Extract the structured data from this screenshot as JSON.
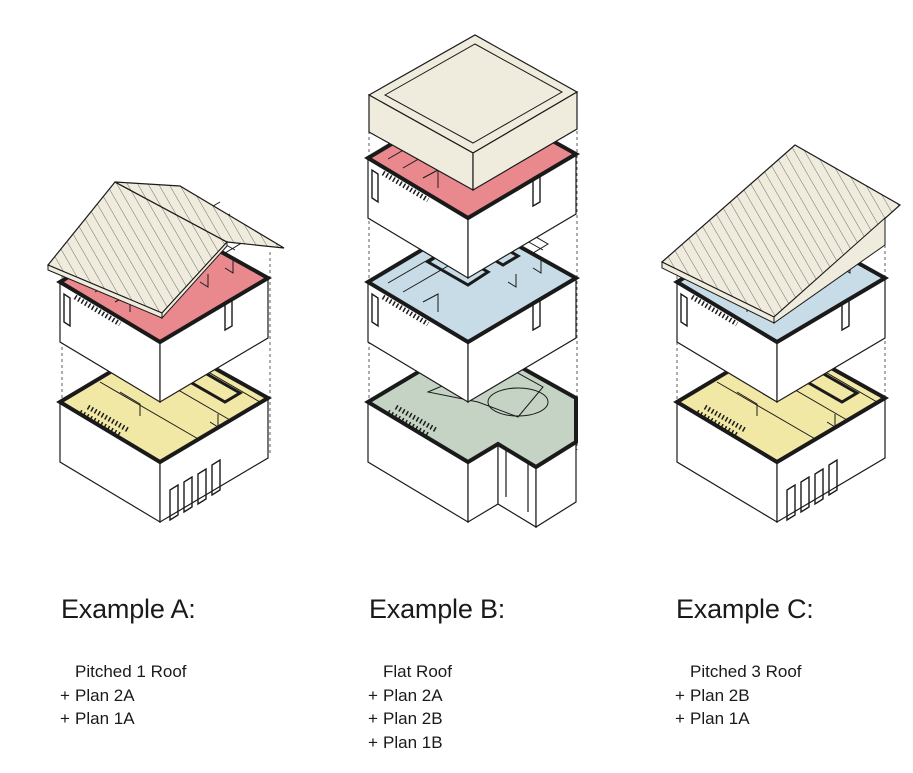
{
  "colors": {
    "roof": "#efebdd",
    "plan_2a": "#e9898e",
    "plan_2b": "#c7dce7",
    "plan_1a": "#f2e8a6",
    "plan_1b": "#c5d3c4",
    "outline": "#1a1a1a",
    "wall": "#ffffff"
  },
  "examples": [
    {
      "title": "Example A:",
      "roof_type": "pitched-1",
      "components": [
        {
          "prefix": "",
          "label": "Pitched 1 Roof"
        },
        {
          "prefix": "+",
          "label": "Plan 2A"
        },
        {
          "prefix": "+",
          "label": "Plan 1A"
        }
      ],
      "stack": [
        "pitched-1-roof",
        "plan-2a",
        "plan-1a"
      ]
    },
    {
      "title": "Example B:",
      "roof_type": "flat",
      "components": [
        {
          "prefix": "",
          "label": "Flat Roof"
        },
        {
          "prefix": "+",
          "label": "Plan 2A"
        },
        {
          "prefix": "+",
          "label": "Plan 2B"
        },
        {
          "prefix": "+",
          "label": "Plan 1B"
        }
      ],
      "stack": [
        "flat-roof",
        "plan-2a",
        "plan-2b",
        "plan-1b"
      ]
    },
    {
      "title": "Example C:",
      "roof_type": "pitched-3",
      "components": [
        {
          "prefix": "",
          "label": "Pitched 3 Roof"
        },
        {
          "prefix": "+",
          "label": "Plan 2B"
        },
        {
          "prefix": "+",
          "label": "Plan 1A"
        }
      ],
      "stack": [
        "pitched-3-roof",
        "plan-2b",
        "plan-1a"
      ]
    }
  ]
}
